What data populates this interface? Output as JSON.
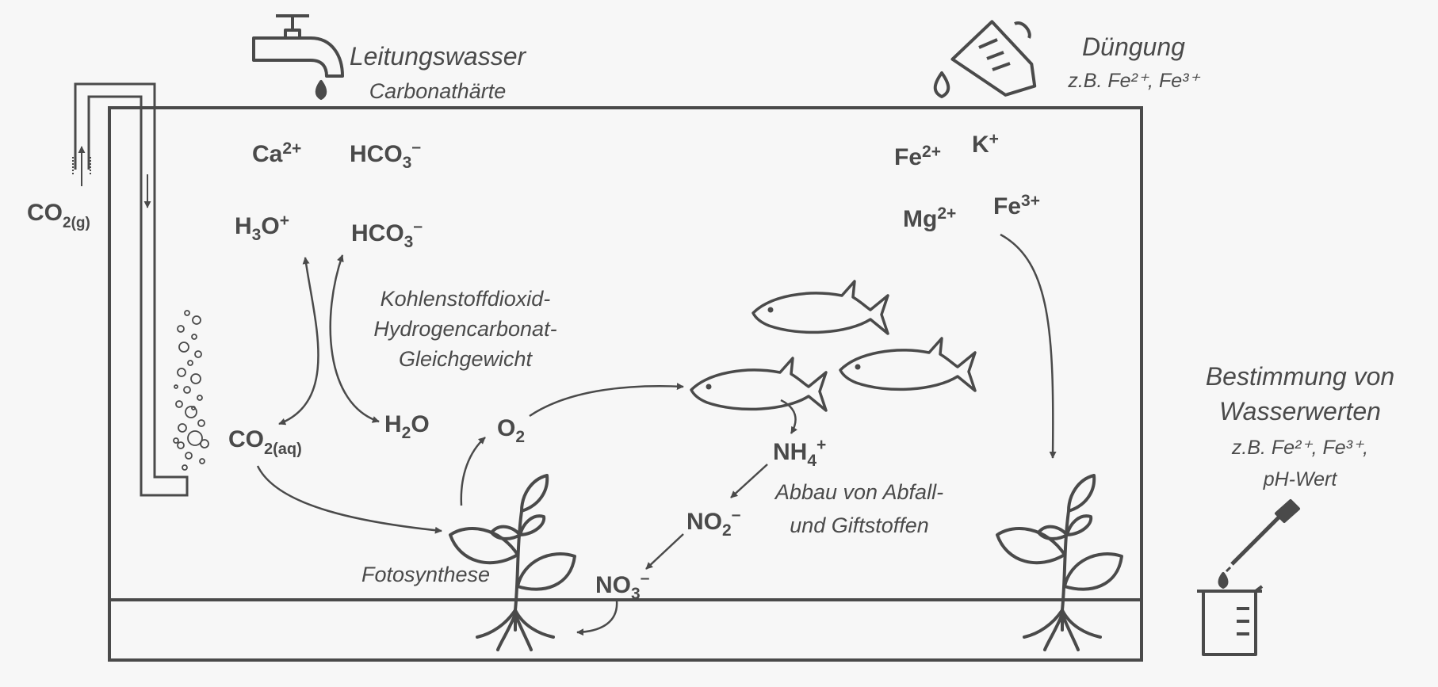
{
  "tap": {
    "title": "Leitungswasser",
    "subtitle": "Carbonathärte"
  },
  "fertilizer": {
    "title": "Düngung",
    "subtitle": "z.B. Fe²⁺, Fe³⁺"
  },
  "co2_gas": {
    "base": "CO",
    "sub": "2(g)"
  },
  "ions_top_left": {
    "ca": {
      "base": "Ca",
      "sup": "2+"
    },
    "hco3_a": {
      "base": "HCO",
      "sub": "3",
      "sup": "–"
    }
  },
  "equilibrium": {
    "h3o": {
      "base": "H",
      "sub": "3",
      "mid": "O",
      "sup": "+"
    },
    "hco3_b": {
      "base": "HCO",
      "sub": "3",
      "sup": "–"
    },
    "co2_aq": {
      "base": "CO",
      "sub": "2(aq)"
    },
    "h2o": {
      "base": "H",
      "sub": "2",
      "mid": "O"
    },
    "label": [
      "Kohlenstoffdioxid-",
      "Hydrogencarbonat-",
      "Gleichgewicht"
    ]
  },
  "ions_right": {
    "fe2": {
      "base": "Fe",
      "sup": "2+"
    },
    "k": {
      "base": "K",
      "sup": "+"
    },
    "mg": {
      "base": "Mg",
      "sup": "2+"
    },
    "fe3": {
      "base": "Fe",
      "sup": "3+"
    }
  },
  "nitrogen": {
    "o2": {
      "base": "O",
      "sub": "2"
    },
    "nh4": {
      "base": "NH",
      "sub": "4",
      "sup": "+"
    },
    "no2": {
      "base": "NO",
      "sub": "2",
      "sup": "–"
    },
    "no3": {
      "base": "NO",
      "sub": "3",
      "sup": "–"
    },
    "label": [
      "Abbau von Abfall-",
      "und Giftstoffen"
    ]
  },
  "photosynthesis": "Fotosynthese",
  "measurement": {
    "lines": [
      "Bestimmung von",
      "Wasserwerten",
      "z.B. Fe²⁺, Fe³⁺,",
      "pH-Wert"
    ]
  },
  "colors": {
    "stroke": "#4a4a4a",
    "background": "#f7f7f7",
    "glass": "#ffffff"
  }
}
